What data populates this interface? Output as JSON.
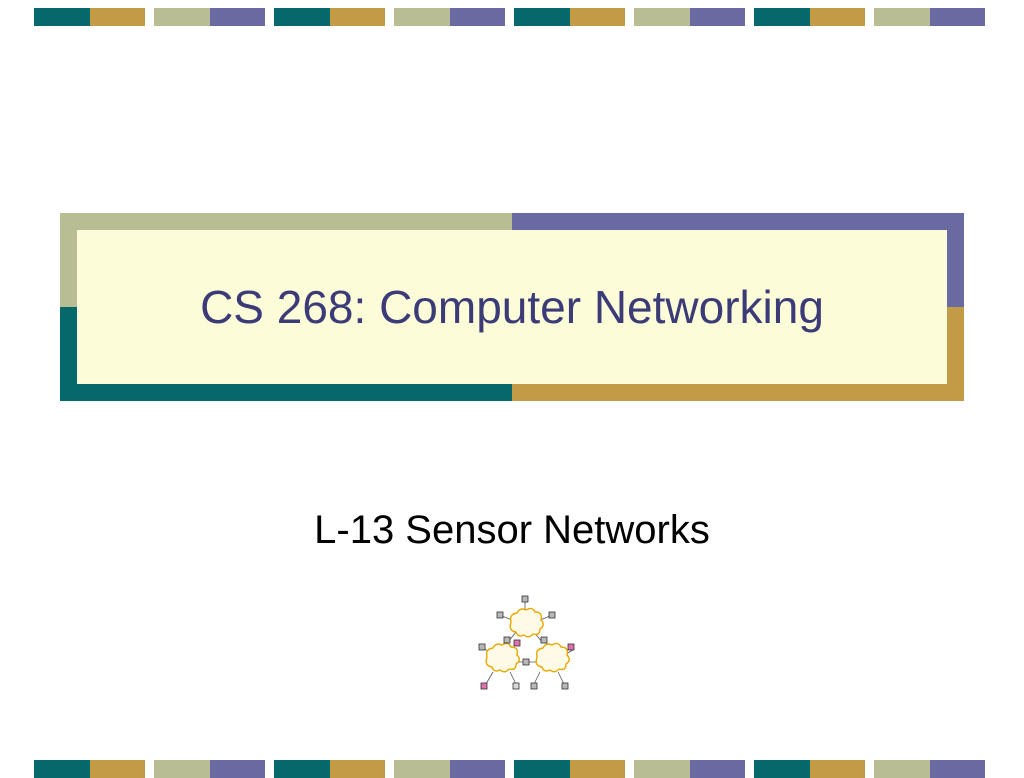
{
  "slide": {
    "title": "CS 268: Computer Networking",
    "subtitle": "L-13 Sensor Networks"
  },
  "theme": {
    "teal": "#05696b",
    "gold": "#c39b47",
    "sage": "#b9bd93",
    "purple": "#6a6aa3",
    "title_fill": "#fcfcd9",
    "title_text": "#3b3b78",
    "cloud_stroke": "#e8a800",
    "node_gray": "#b8b8b8",
    "node_pink": "#e070b0"
  },
  "decor": {
    "stripe_pattern": [
      "teal",
      "gold",
      "sage",
      "purple"
    ],
    "network_icon": "sensor-network-clouds"
  }
}
